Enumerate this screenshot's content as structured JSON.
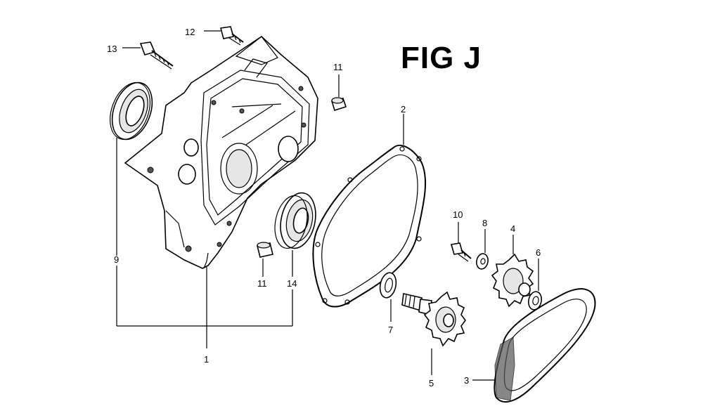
{
  "figure_title": "FIG J",
  "callouts": {
    "c1": "1",
    "c2": "2",
    "c3": "3",
    "c4": "4",
    "c5": "5",
    "c6": "6",
    "c7": "7",
    "c8": "8",
    "c9": "9",
    "c10": "10",
    "c11a": "11",
    "c11b": "11",
    "c12": "12",
    "c13": "13",
    "c14": "14"
  },
  "colors": {
    "ink": "#000000",
    "paper": "#ffffff"
  }
}
